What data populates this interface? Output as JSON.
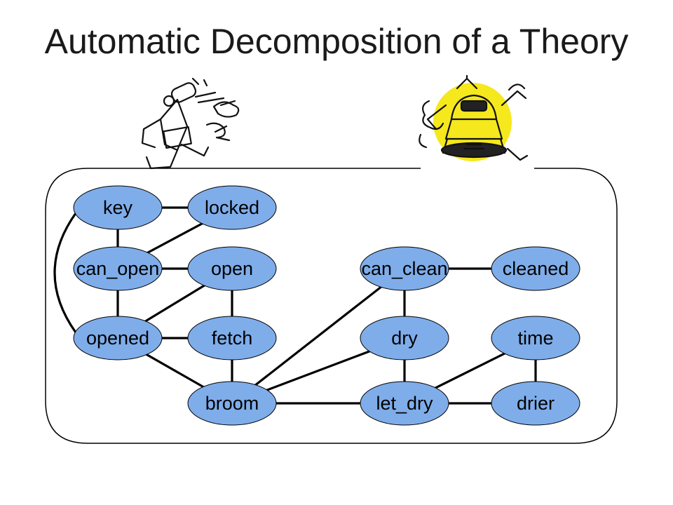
{
  "title": "Automatic Decomposition of a Theory",
  "colors": {
    "node_fill": "#7fadea",
    "frame": "#000000",
    "cartoon_highlight": "#f5e81c"
  },
  "icons": [
    "running-robot-icon",
    "cleaning-robot-icon"
  ],
  "nodes": [
    {
      "id": "key",
      "label": "key"
    },
    {
      "id": "locked",
      "label": "locked"
    },
    {
      "id": "can_open",
      "label": "can_open"
    },
    {
      "id": "open",
      "label": "open"
    },
    {
      "id": "opened",
      "label": "opened"
    },
    {
      "id": "fetch",
      "label": "fetch"
    },
    {
      "id": "broom",
      "label": "broom"
    },
    {
      "id": "can_clean",
      "label": "can_clean"
    },
    {
      "id": "cleaned",
      "label": "cleaned"
    },
    {
      "id": "dry",
      "label": "dry"
    },
    {
      "id": "time",
      "label": "time"
    },
    {
      "id": "let_dry",
      "label": "let_dry"
    },
    {
      "id": "drier",
      "label": "drier"
    }
  ],
  "edges": [
    [
      "key",
      "locked"
    ],
    [
      "key",
      "can_open"
    ],
    [
      "locked",
      "can_open"
    ],
    [
      "key",
      "opened"
    ],
    [
      "can_open",
      "open"
    ],
    [
      "can_open",
      "opened"
    ],
    [
      "open",
      "opened"
    ],
    [
      "open",
      "fetch"
    ],
    [
      "opened",
      "fetch"
    ],
    [
      "opened",
      "broom"
    ],
    [
      "fetch",
      "broom"
    ],
    [
      "broom",
      "can_clean"
    ],
    [
      "broom",
      "dry"
    ],
    [
      "broom",
      "let_dry"
    ],
    [
      "can_clean",
      "cleaned"
    ],
    [
      "can_clean",
      "dry"
    ],
    [
      "dry",
      "let_dry"
    ],
    [
      "time",
      "let_dry"
    ],
    [
      "time",
      "drier"
    ],
    [
      "let_dry",
      "drier"
    ]
  ]
}
